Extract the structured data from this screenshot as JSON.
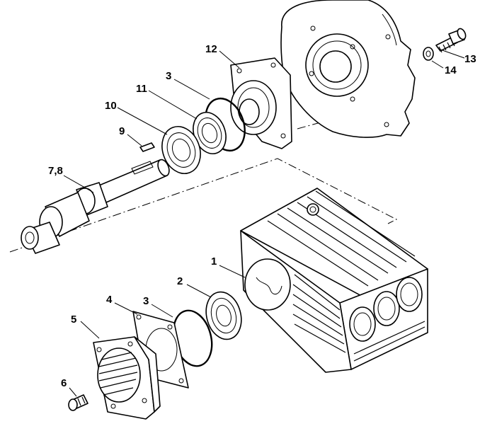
{
  "callouts": [
    {
      "id": "part-1",
      "label": "1"
    },
    {
      "id": "part-2",
      "label": "2"
    },
    {
      "id": "part-3a",
      "label": "3"
    },
    {
      "id": "part-3b",
      "label": "3"
    },
    {
      "id": "part-4",
      "label": "4"
    },
    {
      "id": "part-5",
      "label": "5"
    },
    {
      "id": "part-6",
      "label": "6"
    },
    {
      "id": "part-7-8",
      "label": "7,8"
    },
    {
      "id": "part-9",
      "label": "9"
    },
    {
      "id": "part-10",
      "label": "10"
    },
    {
      "id": "part-11",
      "label": "11"
    },
    {
      "id": "part-12",
      "label": "12"
    },
    {
      "id": "part-13",
      "label": "13"
    },
    {
      "id": "part-14",
      "label": "14"
    }
  ]
}
